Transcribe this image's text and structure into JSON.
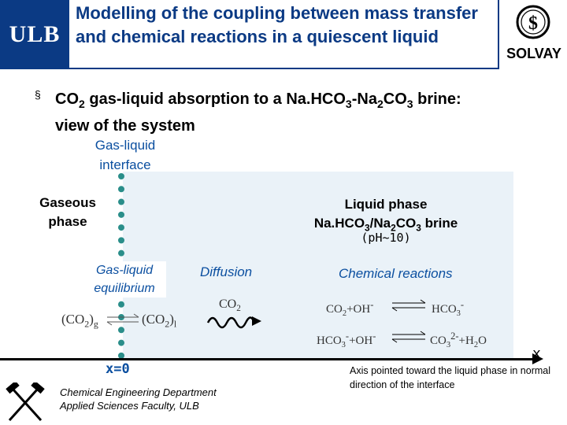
{
  "header": {
    "logo_left": "ULB",
    "title": "Modelling of the coupling between mass transfer and chemical reactions in a quiescent liquid",
    "logo_right": "SOLVAY"
  },
  "bullet": {
    "marker": "§",
    "line1_a": "CO",
    "line1_b": "2",
    "line1_c": " gas-liquid absorption to a Na.HCO",
    "line1_d": "3",
    "line1_e": "-Na",
    "line1_f": "2",
    "line1_g": "CO",
    "line1_h": "3",
    "line1_i": " brine:",
    "line2": "view of the system"
  },
  "diagram": {
    "interface_label_1": "Gas-liquid",
    "interface_label_2": "interface",
    "gas_phase_1": "Gaseous",
    "gas_phase_2": "phase",
    "liquid_phase_1": "Liquid phase",
    "liquid_phase_2a": "Na.HCO",
    "liquid_phase_2b": "3",
    "liquid_phase_2c": "/Na",
    "liquid_phase_2d": "2",
    "liquid_phase_2e": "CO",
    "liquid_phase_2f": "3",
    "liquid_phase_2g": " brine",
    "ph": "(pH~10)",
    "equilibrium_1": "Gas-liquid",
    "equilibrium_2": "equilibrium",
    "diffusion": "Diffusion",
    "chemical_reactions": "Chemical reactions",
    "diffusing_species": "CO",
    "diffusing_species_sub": "2",
    "eq_left": "(CO",
    "eq_left_sub": "2",
    "eq_left_phase": "g",
    "eq_right": "(CO",
    "eq_right_sub": "2",
    "eq_right_phase": "l",
    "reaction1_left": "CO",
    "reaction1_left_sub": "2",
    "reaction1_left_b": "+OH",
    "reaction1_left_sup": "-",
    "reaction1_right": "HCO",
    "reaction1_right_sub": "3",
    "reaction1_right_sup": "-",
    "reaction2_left": "HCO",
    "reaction2_left_sub": "3",
    "reaction2_left_sup": "-",
    "reaction2_left_b": "+OH",
    "reaction2_left_sup2": "-",
    "reaction2_right": "CO",
    "reaction2_right_sub": "3",
    "reaction2_right_sup": "2-",
    "reaction2_right_b": "+H",
    "reaction2_right_sub2": "2",
    "reaction2_right_c": "O"
  },
  "axis": {
    "label": "x",
    "origin": "x=0",
    "note": "Axis pointed toward the liquid phase in normal direction of the interface"
  },
  "footer": {
    "line1": "Chemical Engineering Department",
    "line2": "Applied Sciences Faculty, ULB"
  },
  "colors": {
    "ulb_blue": "#0b3a84",
    "label_blue": "#0b4fa0",
    "interface_teal": "#2a8e8a"
  }
}
